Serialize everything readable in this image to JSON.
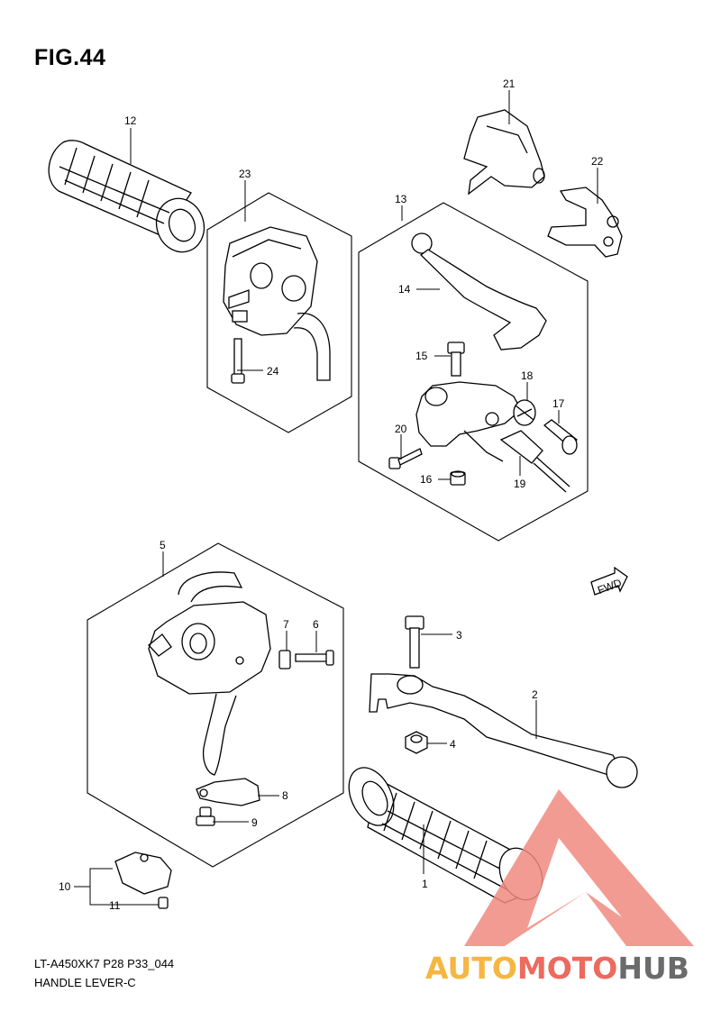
{
  "figure": {
    "title": "FIG.44",
    "footer_code": "LT-A450XK7 P28 P33_044",
    "footer_name": "HANDLE LEVER-C"
  },
  "callouts": [
    "1",
    "2",
    "3",
    "4",
    "5",
    "6",
    "7",
    "8",
    "9",
    "10",
    "11",
    "12",
    "13",
    "14",
    "15",
    "16",
    "17",
    "18",
    "19",
    "20",
    "21",
    "22",
    "23",
    "24"
  ],
  "fwd_badge": "FWD",
  "watermark": {
    "part1": "AUTO",
    "part2": "MOTO",
    "part3": "HUB",
    "color_orange": "#f5b642",
    "color_red": "#ec6a5e",
    "color_gray": "#6b6b6b",
    "logo_color": "#f08a80"
  }
}
